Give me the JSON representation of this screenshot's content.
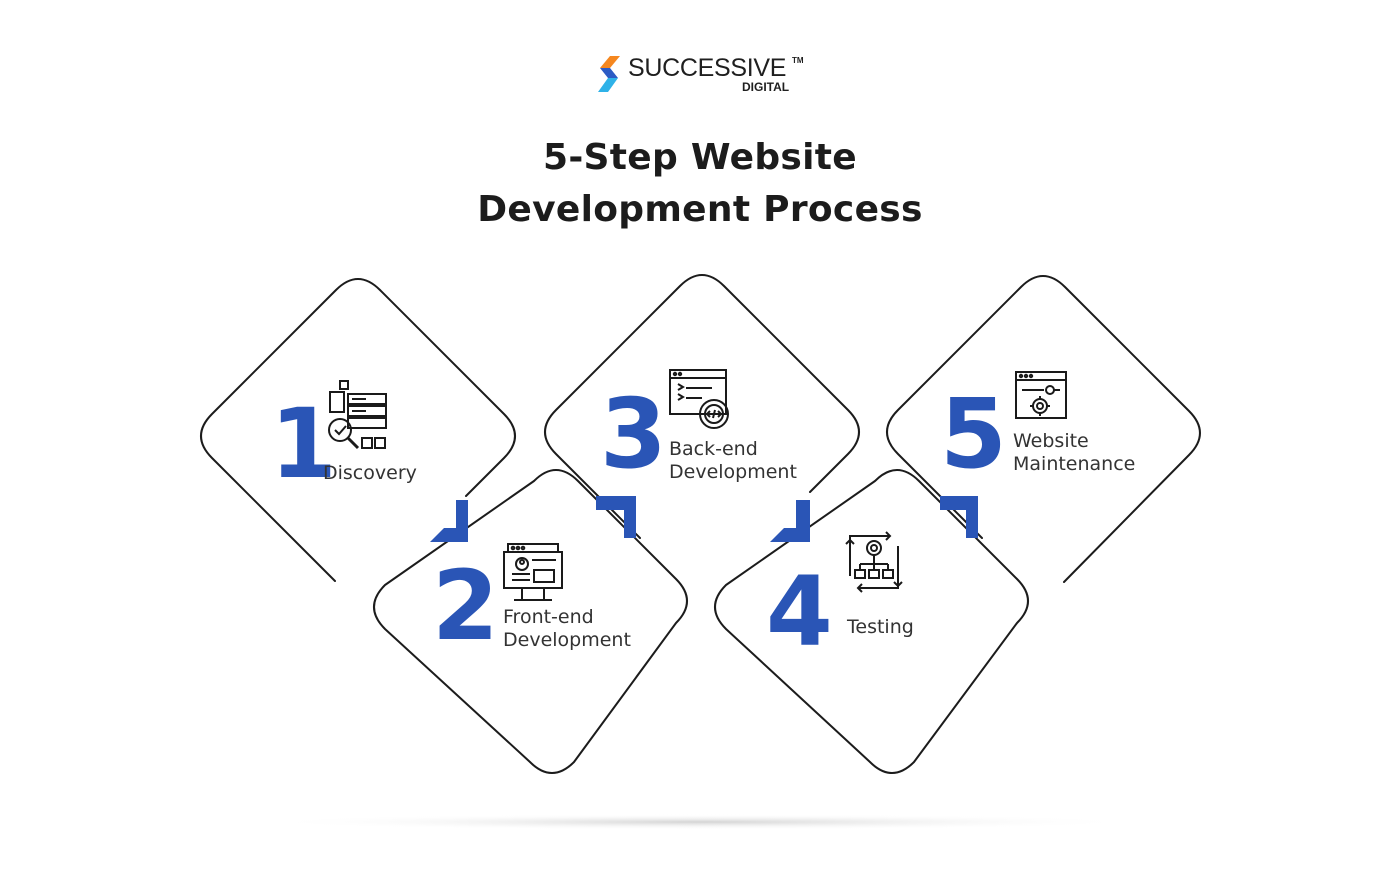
{
  "brand": {
    "name": "SUCCESSIVE",
    "trademark": "TM",
    "sub": "DIGITAL",
    "colors": {
      "orange": "#f5871f",
      "blue": "#2c5bc4",
      "cyan": "#2fb2e8"
    }
  },
  "title": {
    "line1": "5-Step Website",
    "line2": "Development Process"
  },
  "accent_color": "#2a55b6",
  "steps": [
    {
      "number": "1",
      "label_lines": [
        "Discovery"
      ],
      "icon": "discovery-search-icon"
    },
    {
      "number": "2",
      "label_lines": [
        "Front-end",
        "Development"
      ],
      "icon": "front-end-browser-icon"
    },
    {
      "number": "3",
      "label_lines": [
        "Back-end",
        "Development"
      ],
      "icon": "back-end-code-gear-icon"
    },
    {
      "number": "4",
      "label_lines": [
        "Testing"
      ],
      "icon": "testing-cycle-icon"
    },
    {
      "number": "5",
      "label_lines": [
        "Website",
        "Maintenance"
      ],
      "icon": "maintenance-wrench-icon"
    }
  ]
}
